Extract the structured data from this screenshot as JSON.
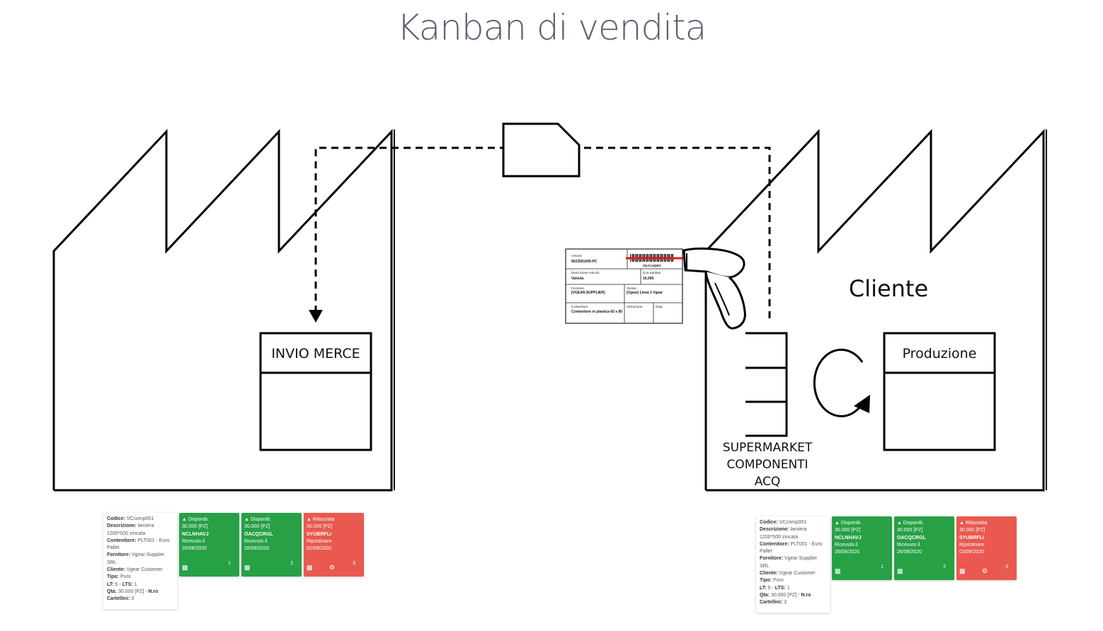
{
  "title": "Kanban di vendita",
  "labels": {
    "invio_merce": "INVIO MERCE",
    "cliente": "Cliente",
    "produzione": "Produzione",
    "supermarket": [
      "SUPERMARKET",
      "COMPONENTI",
      "ACQ"
    ]
  },
  "kanban_label": {
    "articolo_label": "Articolo",
    "articolo": "8023591009-PC",
    "barcode_code": "ZGACUQRX",
    "descrizione_label": "Descrizione Articolo",
    "descrizione": "Valvola",
    "qta_label": "Q.ta Kanban",
    "qta": "16,000",
    "fornitore_label": "Fornitore",
    "fornitore": "[VGEAR.SUPPLIER]",
    "cliente_label": "Cliente",
    "cliente": "[Vgear] Linea 1 Vgear",
    "contenitore_label": "Contenitore",
    "contenitore": "Contenitore in plastica 60 x 80",
    "ubicazione_label": "Ubicazione",
    "data_label": "Data"
  },
  "panels": [
    {
      "info": {
        "codice_k": "Codice:",
        "codice": "VCcomp001",
        "descrizione_k": "Descrizione:",
        "descrizione": "lamiera 1200*500 zincata",
        "contenitore_k": "Contenitore:",
        "contenitore": "PLT001 - Euro Pallet",
        "fornitore_k": "Fornitore:",
        "fornitore": "Vgear Supplier SRL",
        "cliente_k": "Cliente:",
        "cliente": "Vgear Customer",
        "tipo_k": "Tipo:",
        "tipo": "Puro",
        "lt_k": "LT:",
        "lt": "5",
        "lts_k": "LTS:",
        "lts": "1",
        "qta_k": "Qta:",
        "qta": "30.000 [PZ]",
        "nro_k": "N.ro",
        "cartellini_k": "Cartellini:",
        "cartellini": "3"
      },
      "cards": [
        {
          "status": "Disponib.",
          "qty": "30.000 [PZ]",
          "code": "NCLNHAVJ",
          "line1": "Ricevuto il",
          "date": "26/08/2020",
          "num": "1",
          "color": "#27a046"
        },
        {
          "status": "Disponib.",
          "qty": "30.000 [PZ]",
          "code": "OACQCRGL",
          "line1": "Ricevuto il",
          "date": "26/08/2020",
          "num": "2",
          "color": "#27a046"
        },
        {
          "status": "Rilasciata",
          "qty": "30.000 [PZ]",
          "code": "SYUBRFLI",
          "line1": "Ripristinare",
          "date": "02/09/2020",
          "num": "3",
          "color": "#e9594f"
        }
      ]
    },
    {
      "info": {
        "codice_k": "Codice:",
        "codice": "VCcomp001",
        "descrizione_k": "Descrizione:",
        "descrizione": "lamiera 1200*500 zincata",
        "contenitore_k": "Contenitore:",
        "contenitore": "PLT001 - Euro Pallet",
        "fornitore_k": "Fornitore:",
        "fornitore": "Vgear Supplier SRL",
        "cliente_k": "Cliente:",
        "cliente": "Vgear Customer",
        "tipo_k": "Tipo:",
        "tipo": "Puro",
        "lt_k": "LT:",
        "lt": "5",
        "lts_k": "LTS:",
        "lts": "1",
        "qta_k": "Qta:",
        "qta": "30.000 [PZ]",
        "nro_k": "N.ro",
        "cartellini_k": "Cartellini:",
        "cartellini": "3"
      },
      "cards": [
        {
          "status": "Disponib.",
          "qty": "30.000 [PZ]",
          "code": "NCLNHAVJ",
          "line1": "Ricevuto il",
          "date": "26/08/2020",
          "num": "1",
          "color": "#27a046"
        },
        {
          "status": "Disponib.",
          "qty": "30.000 [PZ]",
          "code": "OACQCRGL",
          "line1": "Ricevuto il",
          "date": "26/08/2020",
          "num": "2",
          "color": "#27a046"
        },
        {
          "status": "Rilasciata",
          "qty": "30.000 [PZ]",
          "code": "SYUBRFLI",
          "line1": "Ripristinare",
          "date": "02/09/2020",
          "num": "3",
          "color": "#e9594f"
        }
      ]
    }
  ]
}
